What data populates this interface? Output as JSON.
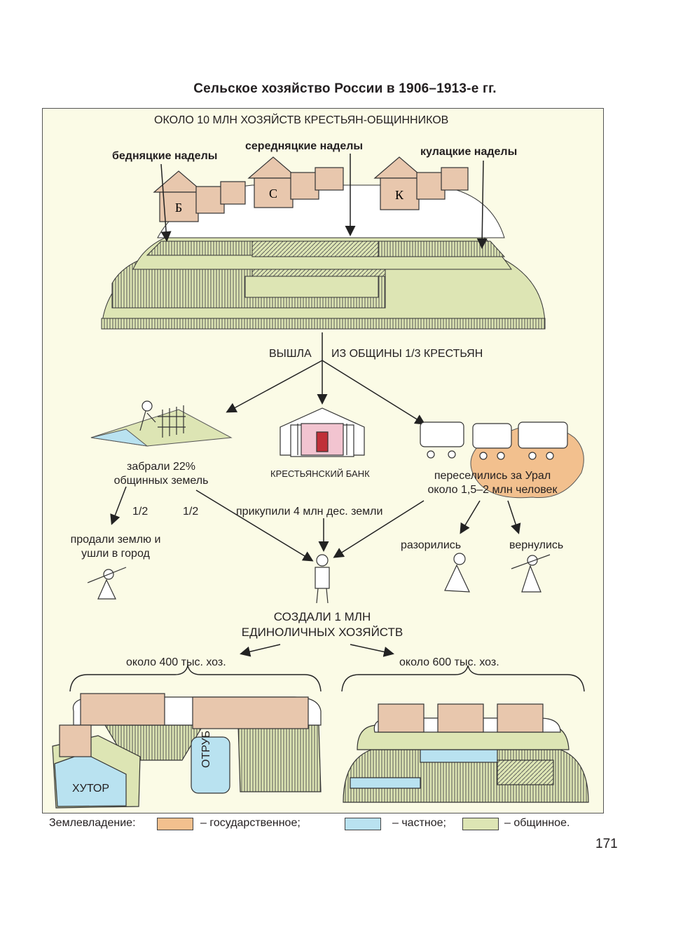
{
  "title": "Сельское хозяйство России в 1906–1913-е гг.",
  "top_caption": "ОКОЛО 10 МЛН ХОЗЯЙСТВ КРЕСТЬЯН-ОБЩИННИКОВ",
  "allotments": {
    "poor": "бедняцкие наделы",
    "middle": "середняцкие наделы",
    "kulak": "кулацкие наделы"
  },
  "house_letters": {
    "poor": "Б",
    "middle": "С",
    "kulak": "К"
  },
  "exit_left": "ВЫШЛА",
  "exit_right": "ИЗ ОБЩИНЫ  1/3 КРЕСТЬЯН",
  "bank_label": "КРЕСТЬЯНСКИЙ БАНК",
  "took": [
    "забрали 22%",
    "общинных земель"
  ],
  "resettled": [
    "переселились за Урал",
    "около 1,5–2 млн человек"
  ],
  "half_a": "1/2",
  "half_b": "1/2",
  "bought": "прикупили 4 млн дес. земли",
  "sold": [
    "продали землю и",
    "ушли в город"
  ],
  "ruined": "разорились",
  "returned": "вернулись",
  "created": [
    "СОЗДАЛИ 1 МЛН",
    "ЕДИНОЛИЧНЫХ ХОЗЯЙСТВ"
  ],
  "left_group": "около 400 тыс. хоз.",
  "right_group": "около 600 тыс. хоз.",
  "khutor": "ХУТОР",
  "otrub": "ОТРУБ",
  "legend": {
    "prefix": "Землевладение:",
    "state": "– государственное;",
    "private": "– частное;",
    "communal": "– общинное."
  },
  "colors": {
    "state": "#f2c08e",
    "private": "#b9e2f0",
    "communal": "#dde5b4",
    "panel": "#fbfbe6"
  },
  "page_number": "171"
}
